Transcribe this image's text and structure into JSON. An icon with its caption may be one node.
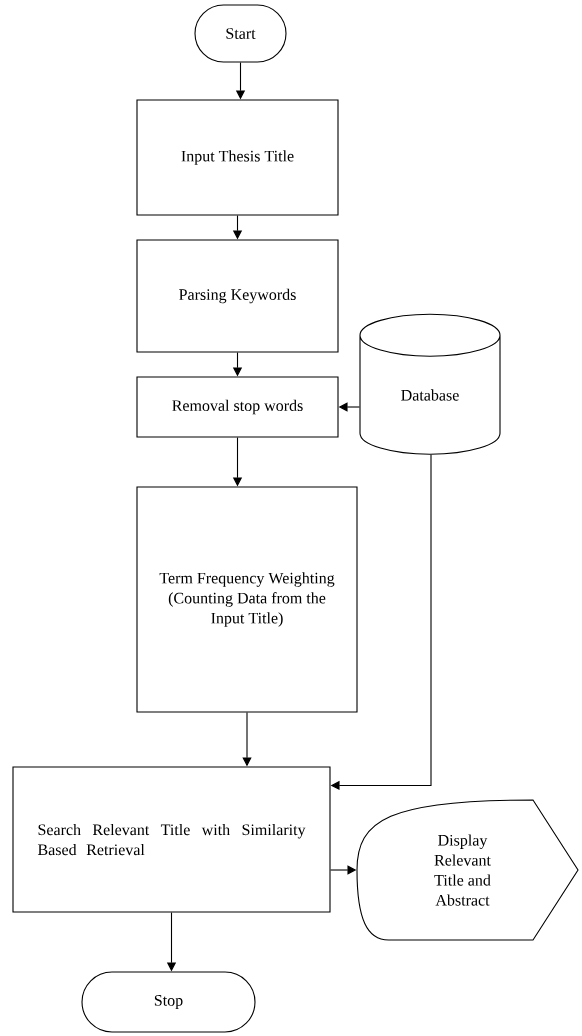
{
  "diagram": {
    "nodes": [
      {
        "text": [
          "Start"
        ]
      },
      {
        "text": [
          "Input Thesis Title"
        ]
      },
      {
        "text": [
          "Parsing Keywords"
        ]
      },
      {
        "text": [
          "Removal stop words"
        ]
      },
      {
        "text": [
          "Database"
        ]
      },
      {
        "text": [
          "Term Frequency Weighting (Counting Data from the Input Title)"
        ]
      },
      {
        "text": [
          "Search Relevant Title with Similarity Based Retrieval"
        ]
      },
      {
        "text": [
          "Display Relevant Title and Abstract"
        ]
      },
      {
        "text": [
          "Stop"
        ]
      }
    ],
    "edges": [
      {
        "from": 0,
        "to": 1,
        "arrow": "to"
      },
      {
        "from": 1,
        "to": 2,
        "arrow": "to"
      },
      {
        "from": 2,
        "to": 3,
        "arrow": "to"
      },
      {
        "from": 4,
        "to": 3,
        "arrow": "to"
      },
      {
        "from": 3,
        "to": 5,
        "arrow": "to"
      },
      {
        "from": 5,
        "to": 6,
        "arrow": "to"
      },
      {
        "from": 4,
        "to": 6,
        "arrow": "to"
      },
      {
        "from": 6,
        "to": 7,
        "arrow": "to"
      },
      {
        "from": 6,
        "to": 8,
        "arrow": "to"
      }
    ]
  }
}
